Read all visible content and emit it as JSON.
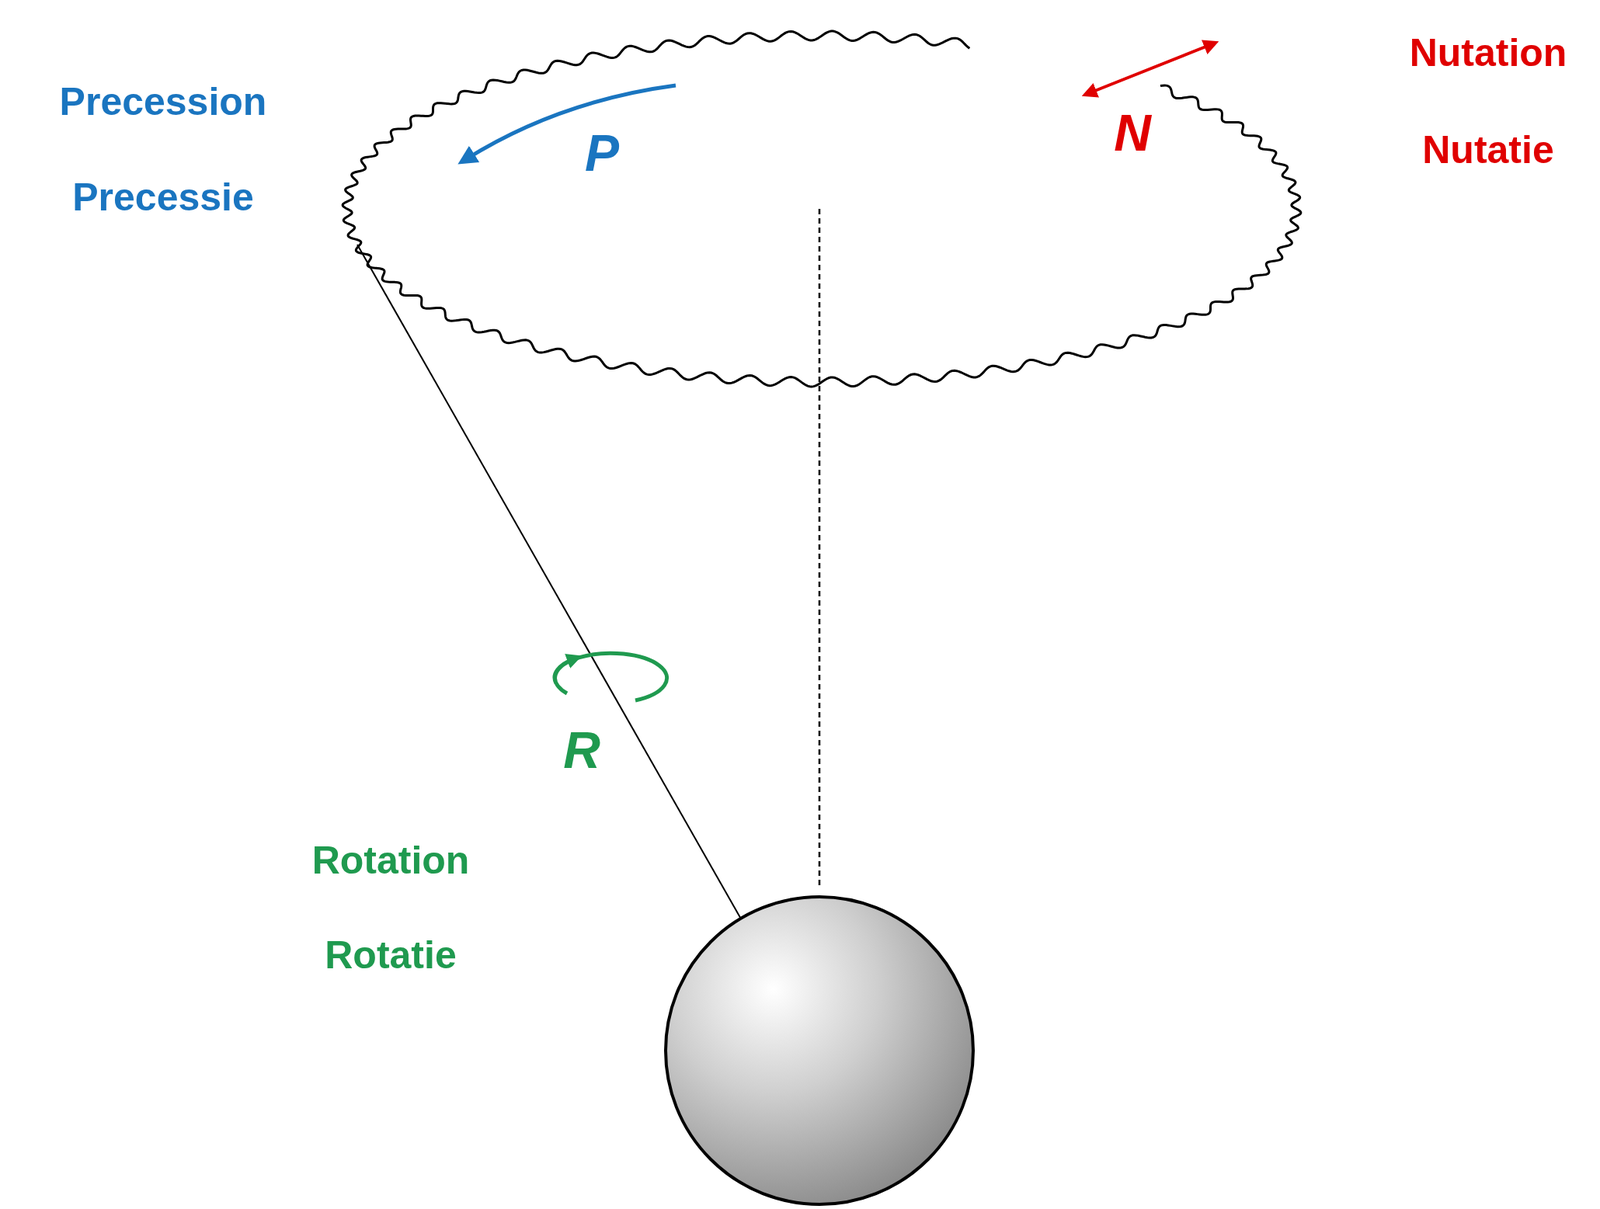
{
  "diagram": {
    "labels": [
      "Precession",
      "Precessie",
      "P",
      "N",
      "Nutation",
      "Nutatie",
      "R",
      "Rotation",
      "Rotatie"
    ]
  }
}
